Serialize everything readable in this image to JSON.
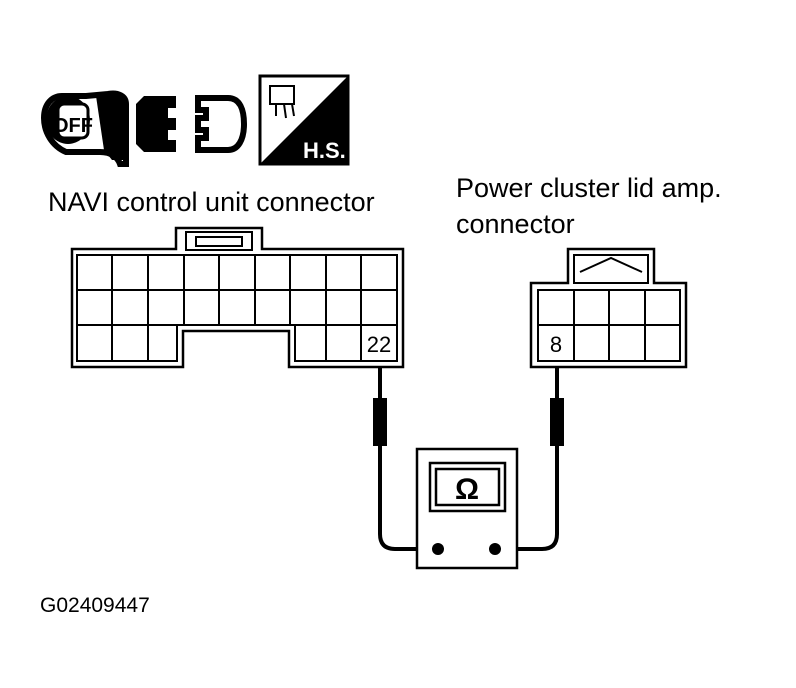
{
  "icons": {
    "ignition_key": "ignition-key-off-icon",
    "ignition_text": "OFF",
    "connector_disconnect": "connector-disconnected-icon",
    "harness_side": "harness-side-icon",
    "harness_side_text": "H.S."
  },
  "navi_connector": {
    "label": "NAVI control unit connector",
    "pin": "22"
  },
  "power_cluster_connector": {
    "label_line1": "Power cluster lid amp.",
    "label_line2": "connector",
    "pin": "8"
  },
  "meter": {
    "symbol": "Ω",
    "icon": "ohmmeter-icon"
  },
  "figure_code": "G02409447"
}
